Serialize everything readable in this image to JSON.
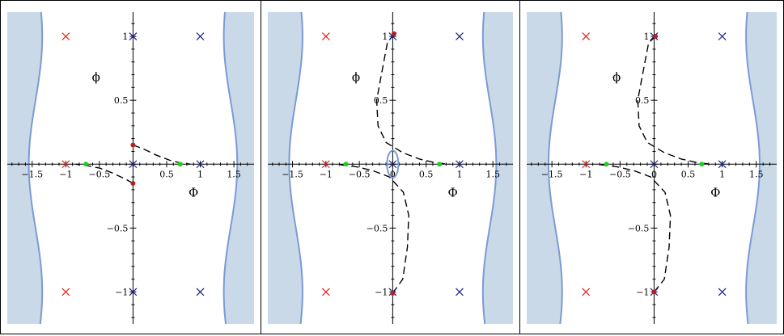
{
  "colors": {
    "region_fill": "#c9d9e8",
    "region_edge": "#7b9bd6",
    "red_marker": "#e0241b",
    "blue_marker": "#1b1f8a",
    "dot_red": "#b22222",
    "dot_green": "#22cc22",
    "curve": "#000000"
  },
  "chart_data": [
    {
      "type": "scatter",
      "panel": 1,
      "xlabel": "Φ",
      "ylabel": "ϕ",
      "xlim": [
        -1.87,
        1.8
      ],
      "ylim": [
        -1.25,
        1.19
      ],
      "xticks": [
        -1.5,
        -1,
        -0.5,
        0,
        0.5,
        1,
        1.5
      ],
      "xtick_labels": [
        "−1.5",
        "−1",
        "−0.5",
        "",
        "0.5",
        "1",
        "1.5"
      ],
      "yticks": [
        -1,
        -0.5,
        0.5,
        1
      ],
      "ytick_labels": [
        "−1",
        "−0.5",
        "0.5",
        "1"
      ],
      "grid": false,
      "red_crosses": [
        [
          -1,
          1
        ],
        [
          -1,
          0
        ],
        [
          -1,
          -1
        ]
      ],
      "blue_crosses": [
        [
          0,
          1
        ],
        [
          0,
          0
        ],
        [
          0,
          -1
        ],
        [
          1,
          1
        ],
        [
          1,
          0
        ],
        [
          1,
          -1
        ]
      ],
      "red_dots": [
        [
          0,
          0.15
        ],
        [
          0,
          -0.15
        ]
      ],
      "green_dots": [
        [
          -0.7,
          0
        ],
        [
          0.7,
          0
        ]
      ],
      "curves": [
        [
          [
            0,
            0.15
          ],
          [
            0.15,
            0.12
          ],
          [
            0.35,
            0.07
          ],
          [
            0.55,
            0.03
          ],
          [
            0.7,
            0.01
          ],
          [
            0.85,
            0
          ]
        ],
        [
          [
            0,
            -0.15
          ],
          [
            -0.1,
            -0.12
          ],
          [
            -0.3,
            -0.07
          ],
          [
            -0.5,
            -0.03
          ],
          [
            -0.7,
            -0.01
          ],
          [
            -0.85,
            0
          ]
        ]
      ],
      "ellipse": null
    },
    {
      "type": "scatter",
      "panel": 2,
      "xlabel": "Φ",
      "ylabel": "ϕ",
      "xlim": [
        -1.87,
        1.8
      ],
      "ylim": [
        -1.25,
        1.19
      ],
      "xticks": [
        -1.5,
        -1,
        -0.5,
        0,
        0.5,
        1,
        1.5
      ],
      "xtick_labels": [
        "−1.5",
        "−1",
        "−0.5",
        "0",
        "0.5",
        "1",
        "1.5"
      ],
      "yticks": [
        -1,
        -0.5,
        0.5,
        1
      ],
      "ytick_labels": [
        "−1",
        "−0.5",
        "0.5",
        "1"
      ],
      "grid": false,
      "red_crosses": [
        [
          -1,
          1
        ],
        [
          -1,
          0
        ],
        [
          -1,
          -1
        ]
      ],
      "blue_crosses": [
        [
          0,
          1
        ],
        [
          0,
          0
        ],
        [
          0,
          -1
        ],
        [
          1,
          1
        ],
        [
          1,
          0
        ],
        [
          1,
          -1
        ]
      ],
      "red_dots": [
        [
          0.02,
          1.02
        ],
        [
          0,
          -1.01
        ]
      ],
      "green_dots": [
        [
          -0.7,
          0
        ],
        [
          0.7,
          0
        ]
      ],
      "curves": [
        [
          [
            0.02,
            1.02
          ],
          [
            -0.08,
            0.95
          ],
          [
            -0.17,
            0.7
          ],
          [
            -0.24,
            0.5
          ],
          [
            -0.22,
            0.3
          ],
          [
            -0.1,
            0.17
          ],
          [
            0.15,
            0.09
          ],
          [
            0.4,
            0.04
          ],
          [
            0.65,
            0.01
          ],
          [
            0.85,
            0
          ]
        ],
        [
          [
            0,
            -1.01
          ],
          [
            0.15,
            -0.9
          ],
          [
            0.22,
            -0.65
          ],
          [
            0.24,
            -0.4
          ],
          [
            0.16,
            -0.22
          ],
          [
            -0.05,
            -0.1
          ],
          [
            -0.3,
            -0.05
          ],
          [
            -0.55,
            -0.02
          ],
          [
            -0.7,
            -0.01
          ],
          [
            -0.85,
            0
          ]
        ]
      ],
      "ellipse": {
        "cx": 0,
        "cy": 0,
        "rx": 0.085,
        "ry": 0.085
      }
    },
    {
      "type": "scatter",
      "panel": 3,
      "xlabel": "Φ",
      "ylabel": "ϕ",
      "xlim": [
        -1.87,
        1.8
      ],
      "ylim": [
        -1.25,
        1.19
      ],
      "xticks": [
        -1.5,
        -1,
        -0.5,
        0,
        0.5,
        1,
        1.5
      ],
      "xtick_labels": [
        "−1.5",
        "−1",
        "−0.5",
        "0",
        "0.5",
        "1",
        "1.5"
      ],
      "yticks": [
        -1,
        -0.5,
        0.5,
        1
      ],
      "ytick_labels": [
        "−1",
        "−0.5",
        "0.5",
        "1"
      ],
      "grid": false,
      "red_crosses": [
        [
          -1,
          1
        ],
        [
          -1,
          0
        ],
        [
          -1,
          -1
        ]
      ],
      "blue_crosses": [
        [
          0,
          1
        ],
        [
          0,
          0
        ],
        [
          0,
          -1
        ],
        [
          1,
          1
        ],
        [
          1,
          0
        ],
        [
          1,
          -1
        ]
      ],
      "red_dots": [
        [
          0.02,
          1.0
        ],
        [
          0,
          -1.0
        ]
      ],
      "green_dots": [
        [
          -0.7,
          0
        ],
        [
          0.7,
          0
        ]
      ],
      "curves": [
        [
          [
            0.02,
            1.0
          ],
          [
            -0.08,
            0.95
          ],
          [
            -0.17,
            0.7
          ],
          [
            -0.24,
            0.5
          ],
          [
            -0.22,
            0.3
          ],
          [
            -0.1,
            0.17
          ],
          [
            0.15,
            0.09
          ],
          [
            0.4,
            0.04
          ],
          [
            0.65,
            0.01
          ],
          [
            0.85,
            0
          ]
        ],
        [
          [
            0,
            -1.0
          ],
          [
            0.15,
            -0.9
          ],
          [
            0.22,
            -0.65
          ],
          [
            0.24,
            -0.4
          ],
          [
            0.16,
            -0.22
          ],
          [
            -0.05,
            -0.1
          ],
          [
            -0.3,
            -0.05
          ],
          [
            -0.55,
            -0.02
          ],
          [
            -0.7,
            -0.01
          ],
          [
            -0.85,
            0
          ]
        ]
      ],
      "ellipse": null
    }
  ]
}
